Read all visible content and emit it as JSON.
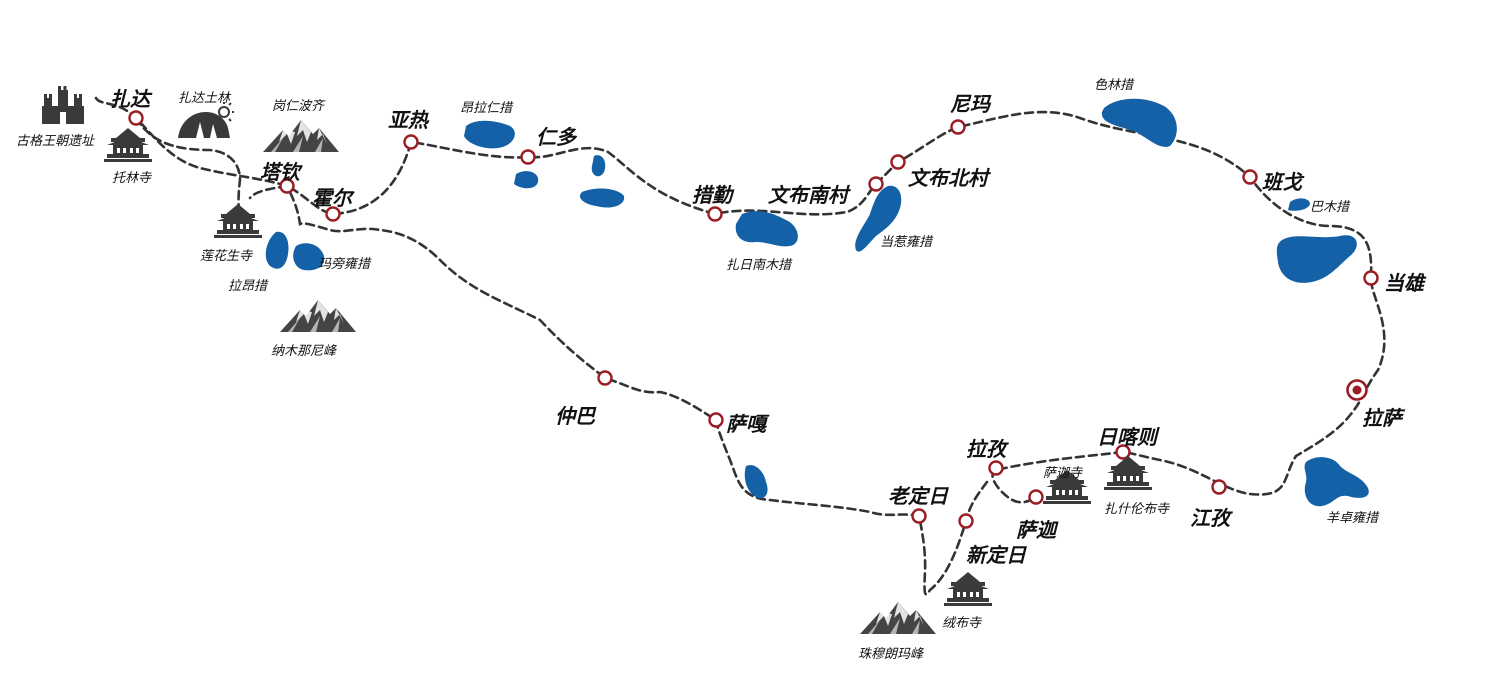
{
  "route_color": "#333333",
  "stop_color": "#9b1c24",
  "lake_color": "#1461a8",
  "icon_color": "#3a3a3a",
  "towns": [
    {
      "name": "扎达"
    },
    {
      "name": "塔钦"
    },
    {
      "name": "霍尔"
    },
    {
      "name": "亚热"
    },
    {
      "name": "仁多"
    },
    {
      "name": "措勤"
    },
    {
      "name": "文布南村"
    },
    {
      "name": "文布北村"
    },
    {
      "name": "尼玛"
    },
    {
      "name": "班戈"
    },
    {
      "name": "当雄"
    },
    {
      "name": "拉萨"
    },
    {
      "name": "江孜"
    },
    {
      "name": "日喀则"
    },
    {
      "name": "萨迦"
    },
    {
      "name": "拉孜"
    },
    {
      "name": "新定日"
    },
    {
      "name": "老定日"
    },
    {
      "name": "萨嘎"
    },
    {
      "name": "仲巴"
    }
  ],
  "landmarks": [
    {
      "name": "古格王朝遗址",
      "icon": "castle-icon"
    },
    {
      "name": "托林寺",
      "icon": "temple-icon"
    },
    {
      "name": "扎达土林",
      "icon": "earth-forest-icon"
    },
    {
      "name": "岗仁波齐",
      "icon": "mountain-icon"
    },
    {
      "name": "莲花生寺",
      "icon": "temple-icon"
    },
    {
      "name": "纳木那尼峰",
      "icon": "mountain-icon"
    },
    {
      "name": "萨迦寺",
      "icon": "temple-icon"
    },
    {
      "name": "扎什伦布寺",
      "icon": "temple-icon"
    },
    {
      "name": "绒布寺",
      "icon": "temple-icon"
    },
    {
      "name": "珠穆朗玛峰",
      "icon": "mountain-icon"
    }
  ],
  "lakes": [
    {
      "name": "拉昂措"
    },
    {
      "name": "玛旁雍措"
    },
    {
      "name": "昂拉仁措"
    },
    {
      "name": "扎日南木措"
    },
    {
      "name": "当惹雍措"
    },
    {
      "name": "色林措"
    },
    {
      "name": "巴木措"
    },
    {
      "name": "羊卓雍措"
    }
  ]
}
